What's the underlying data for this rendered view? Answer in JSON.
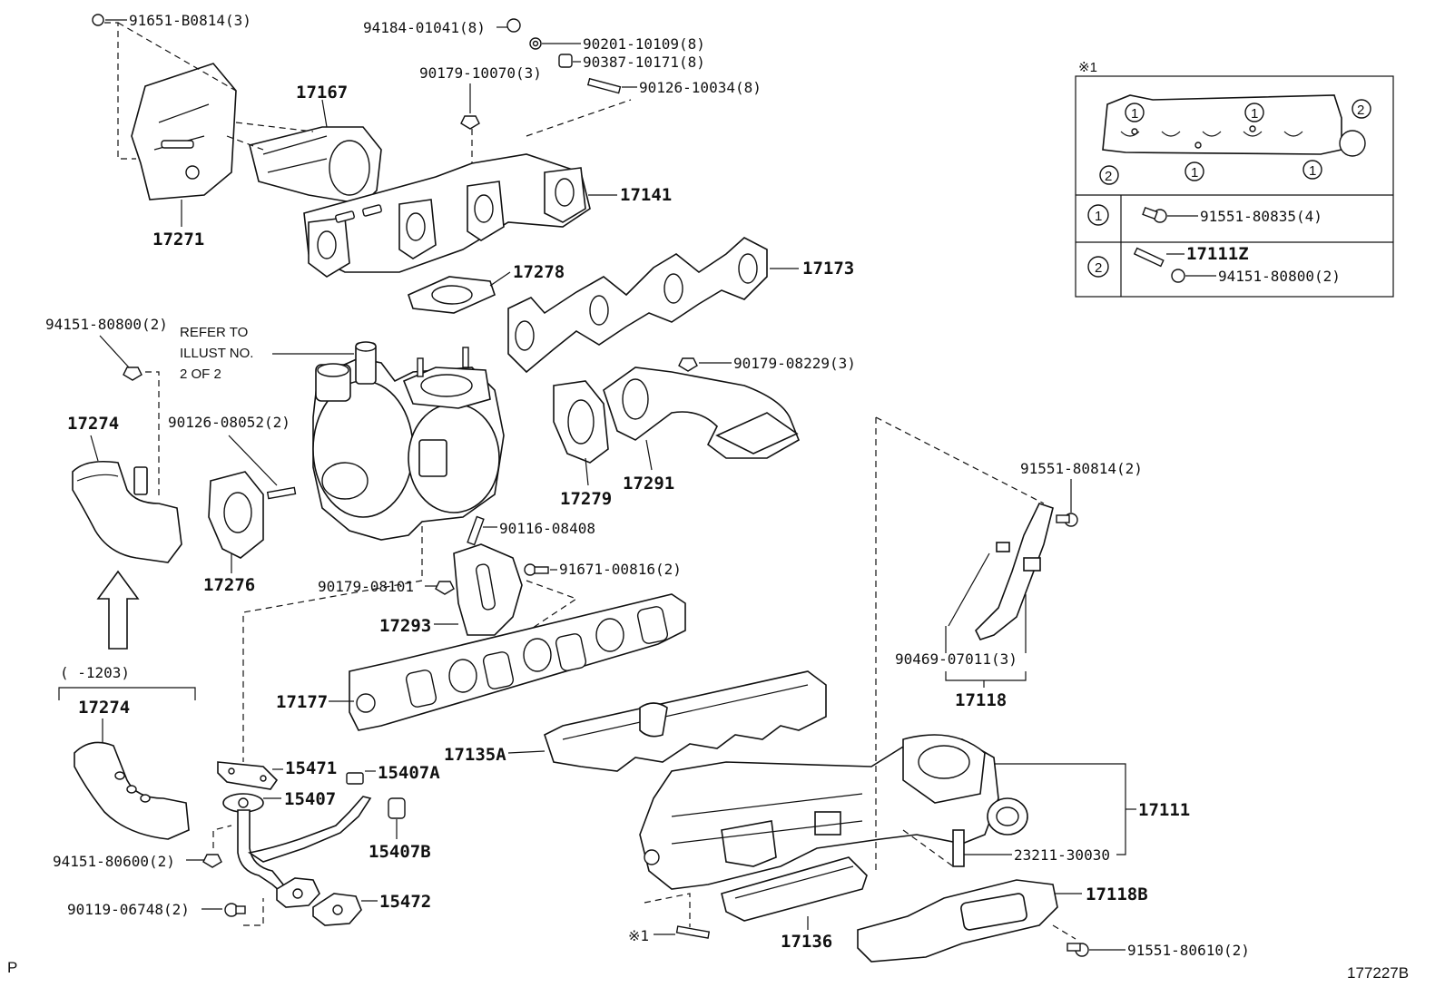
{
  "diagram_code": "177227B",
  "corner_mark": "P",
  "refer_note": [
    "REFER TO",
    "ILLUST NO.",
    "2 OF 2"
  ],
  "date_range": "(      -1203)",
  "parts": {
    "p17271": "17271",
    "p17167": "17167",
    "p17141": "17141",
    "p17278": "17278",
    "p17173": "17173",
    "p17274_top": "17274",
    "p17274_bottom": "17274",
    "p17276": "17276",
    "p17279": "17279",
    "p17291": "17291",
    "p17293": "17293",
    "p17177": "17177",
    "p17135A": "17135A",
    "p17118": "17118",
    "p17111": "17111",
    "p17118B": "17118B",
    "p17136": "17136",
    "p15471": "15471",
    "p15407A": "15407A",
    "p15407": "15407",
    "p15407B": "15407B",
    "p15472": "15472"
  },
  "fasteners": {
    "f91651": "91651-B0814(3)",
    "f94184": "94184-01041(8)",
    "f90201": "90201-10109(8)",
    "f90387": "90387-10171(8)",
    "f90179_10070": "90179-10070(3)",
    "f90126_10034": "90126-10034(8)",
    "f94151_80800": "94151-80800(2)",
    "f90126_08052": "90126-08052(2)",
    "f90179_08229": "90179-08229(3)",
    "f90116_08408": "90116-08408",
    "f91671_00816": "91671-00816(2)",
    "f90179_08101": "90179-08101",
    "f91551_80814": "91551-80814(2)",
    "f90469_07011": "90469-07011(3)",
    "f23211_30030": "23211-30030",
    "f94151_80600": "94151-80600(2)",
    "f90119_06748": "90119-06748(2)",
    "f91551_80610": "91551-80610(2)"
  },
  "inset": {
    "ref_mark": "※1",
    "bottom_ref": "※1",
    "callout_1": "1",
    "callout_2": "2",
    "row1_part": "91551-80835(4)",
    "row2_part_a": "17111Z",
    "row2_part_b": "94151-80800(2)"
  }
}
